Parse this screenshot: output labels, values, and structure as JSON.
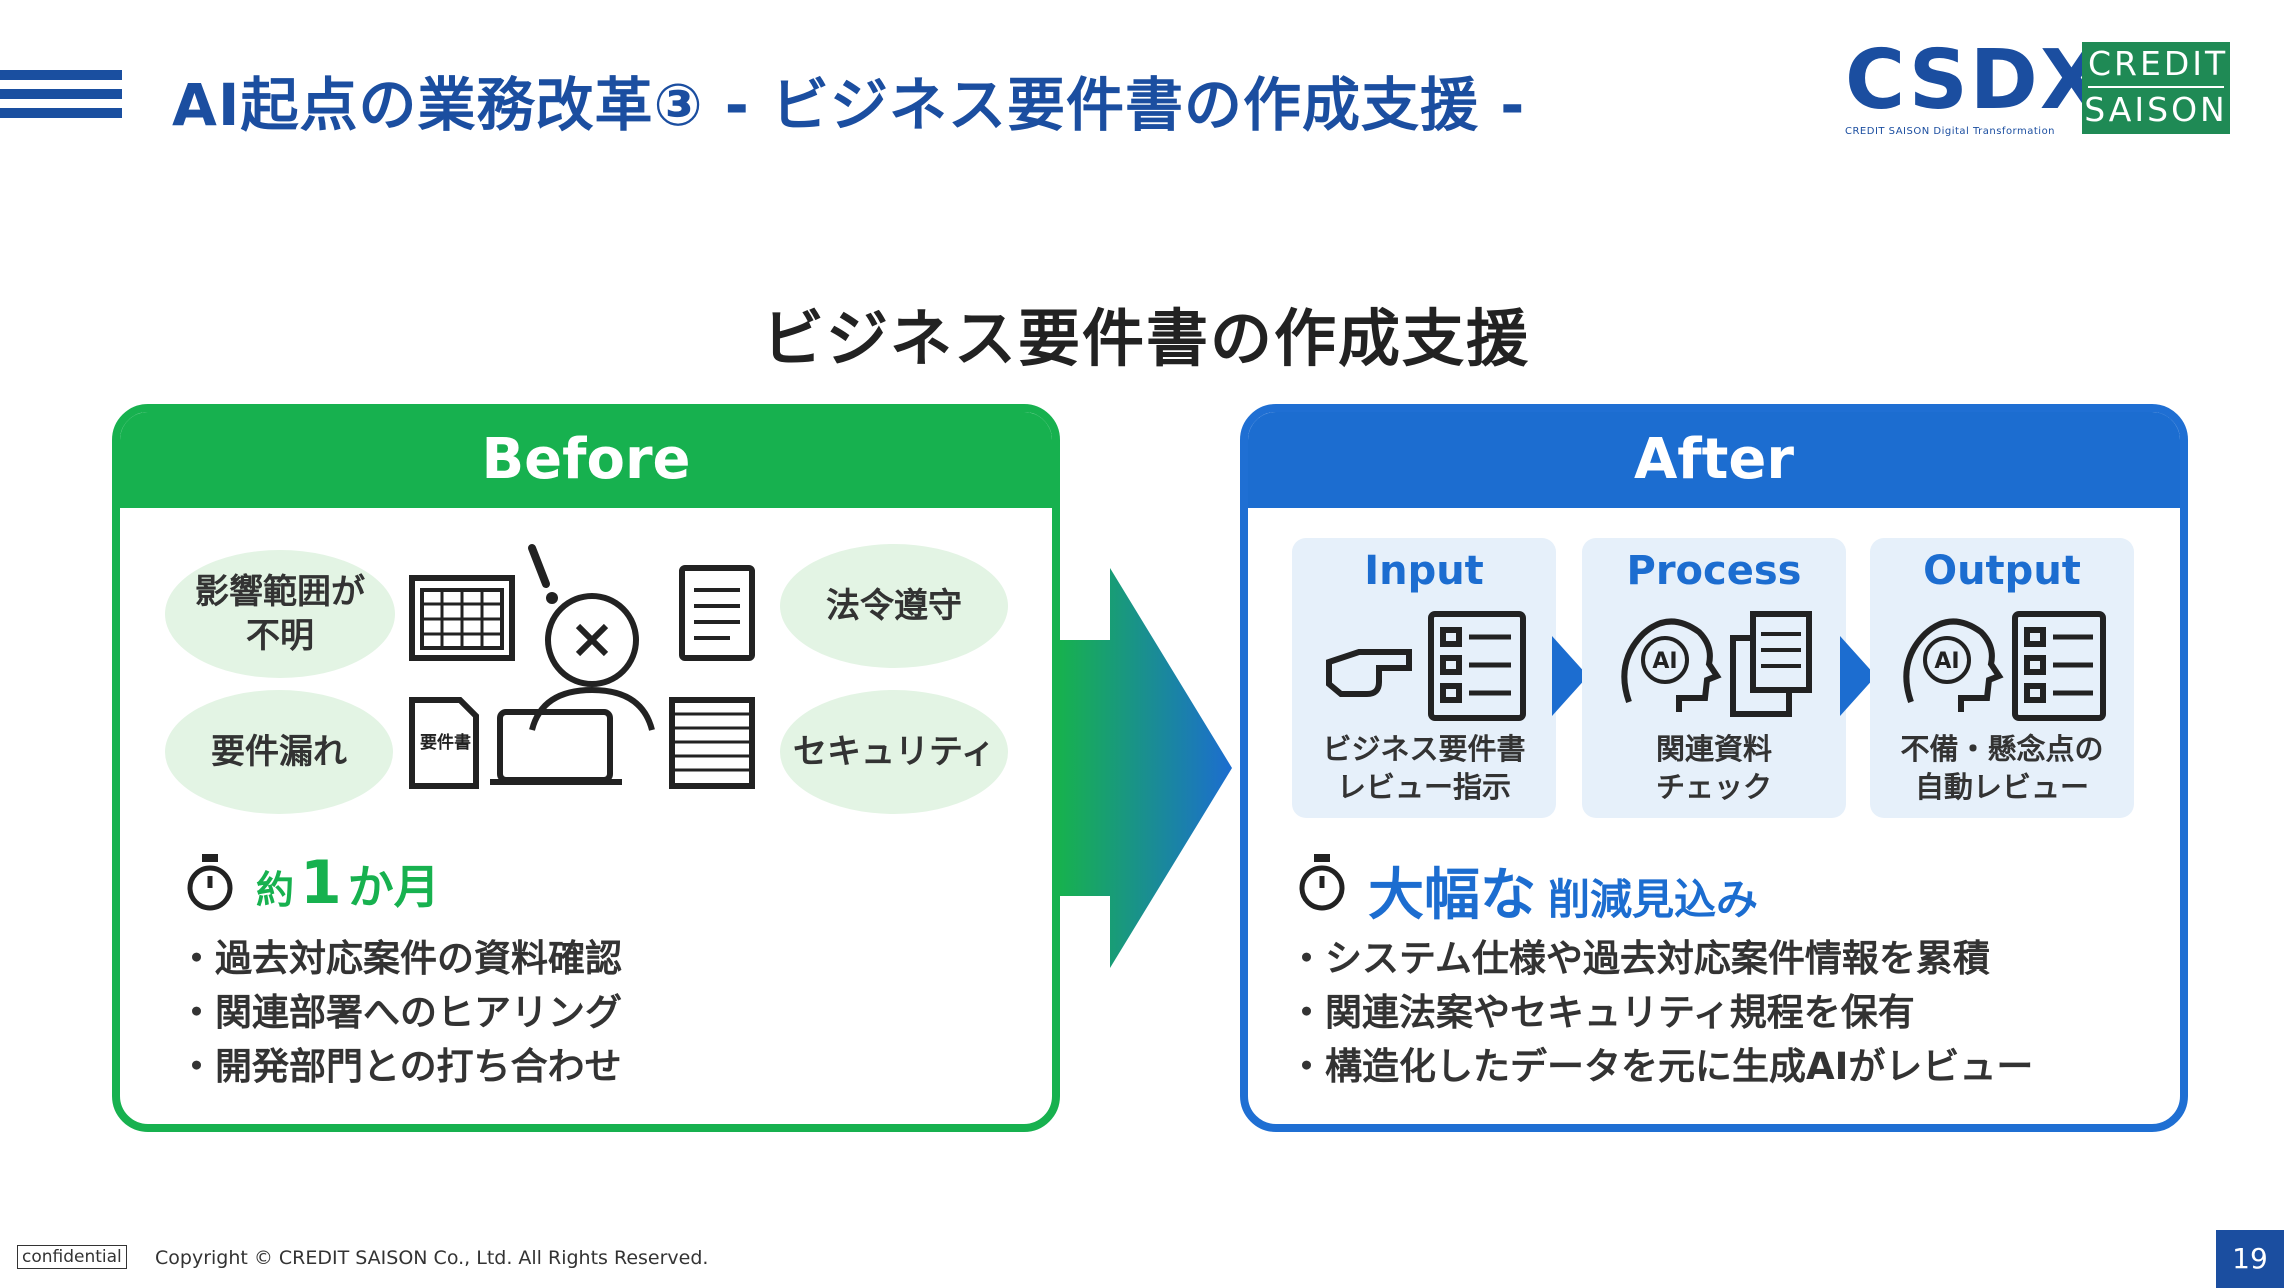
{
  "header": {
    "title": "AI起点の業務改革③ - ビジネス要件書の作成支援 -",
    "logo_csdx": "CSDX",
    "logo_csdx_sub": "CREDIT SAISON   Digital Transformation",
    "logo_saison_line1": "CREDIT",
    "logo_saison_line2": "SAISON"
  },
  "heading": "ビジネス要件書の作成支援",
  "before": {
    "title": "Before",
    "bubbles": [
      "影響範囲が\n不明",
      "法令遵守",
      "要件漏れ",
      "セキュリティ"
    ],
    "doc_label": "要件書",
    "time_prefix": "約",
    "time_number": "1",
    "time_suffix": "か月",
    "items": [
      "・過去対応案件の資料確認",
      "・関連部署へのヒアリング",
      "・開発部門との打ち合わせ"
    ]
  },
  "after": {
    "title": "After",
    "steps": [
      {
        "title": "Input",
        "caption": "ビジネス要件書\nレビュー指示"
      },
      {
        "title": "Process",
        "caption": "関連資料\nチェック"
      },
      {
        "title": "Output",
        "caption": "不備・懸念点の\n自動レビュー"
      }
    ],
    "ai_label": "AI",
    "result_big": "大幅な",
    "result_small": "削減見込み",
    "items": [
      "・システム仕様や過去対応案件情報を累積",
      "・関連法案やセキュリティ規程を保有",
      "・構造化したデータを元に生成AIがレビュー"
    ]
  },
  "footer": {
    "confidential": "confidential",
    "copyright": "Copyright © CREDIT SAISON Co., Ltd. All Rights Reserved.",
    "page": "19"
  },
  "colors": {
    "brand_blue": "#1b4ea0",
    "green": "#17b14f",
    "after_blue": "#1c6dd0",
    "saison_green": "#1f8a55"
  }
}
